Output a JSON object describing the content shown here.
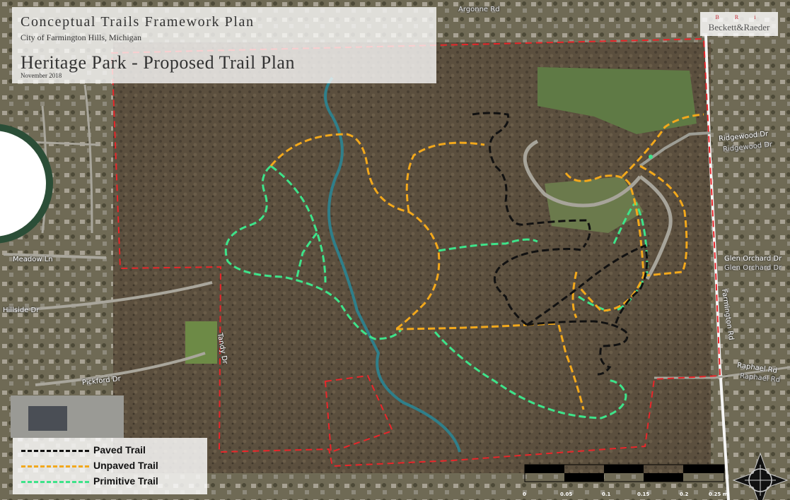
{
  "title": {
    "main": "Conceptual Trails Framework Plan",
    "subtitle": "City of Farmington Hills, Michigan",
    "park": "Heritage Park - Proposed Trail Plan",
    "date": "November 2018"
  },
  "logo": {
    "initials": "B R i",
    "name": "Beckett&Raeder"
  },
  "legend": {
    "items": [
      {
        "label": "Paved Trail",
        "color": "#111111"
      },
      {
        "label": "Unpaved Trail",
        "color": "#f2a81c"
      },
      {
        "label": "Primitive Trail",
        "color": "#3ee38a"
      }
    ]
  },
  "road_labels": {
    "argonne": "Argonne Rd",
    "ridgewood": "Ridgewood Dr",
    "ridgewood2": "Ridgewood Dr",
    "glen_orchard": "Glen Orchard Dr",
    "glen_orchard2": "Glen Orchard Dr",
    "farmington": "Farmington Rd",
    "raphael": "Raphael Rd",
    "raphael2": "Raphael Rd",
    "meadow": "Meadow Ln",
    "hillside": "Hillside Dr",
    "pickford": "Pickford Dr",
    "tandy": "Tandy Dr"
  },
  "scale_bar": {
    "ticks": [
      "0",
      "0.05",
      "0.1",
      "0.15",
      "0.2",
      "0.25 mi"
    ]
  },
  "colors": {
    "boundary": "#e8262a",
    "river": "#2f7f8a",
    "paved": "#111111",
    "unpaved": "#f2a81c",
    "primitive": "#3ee38a"
  }
}
